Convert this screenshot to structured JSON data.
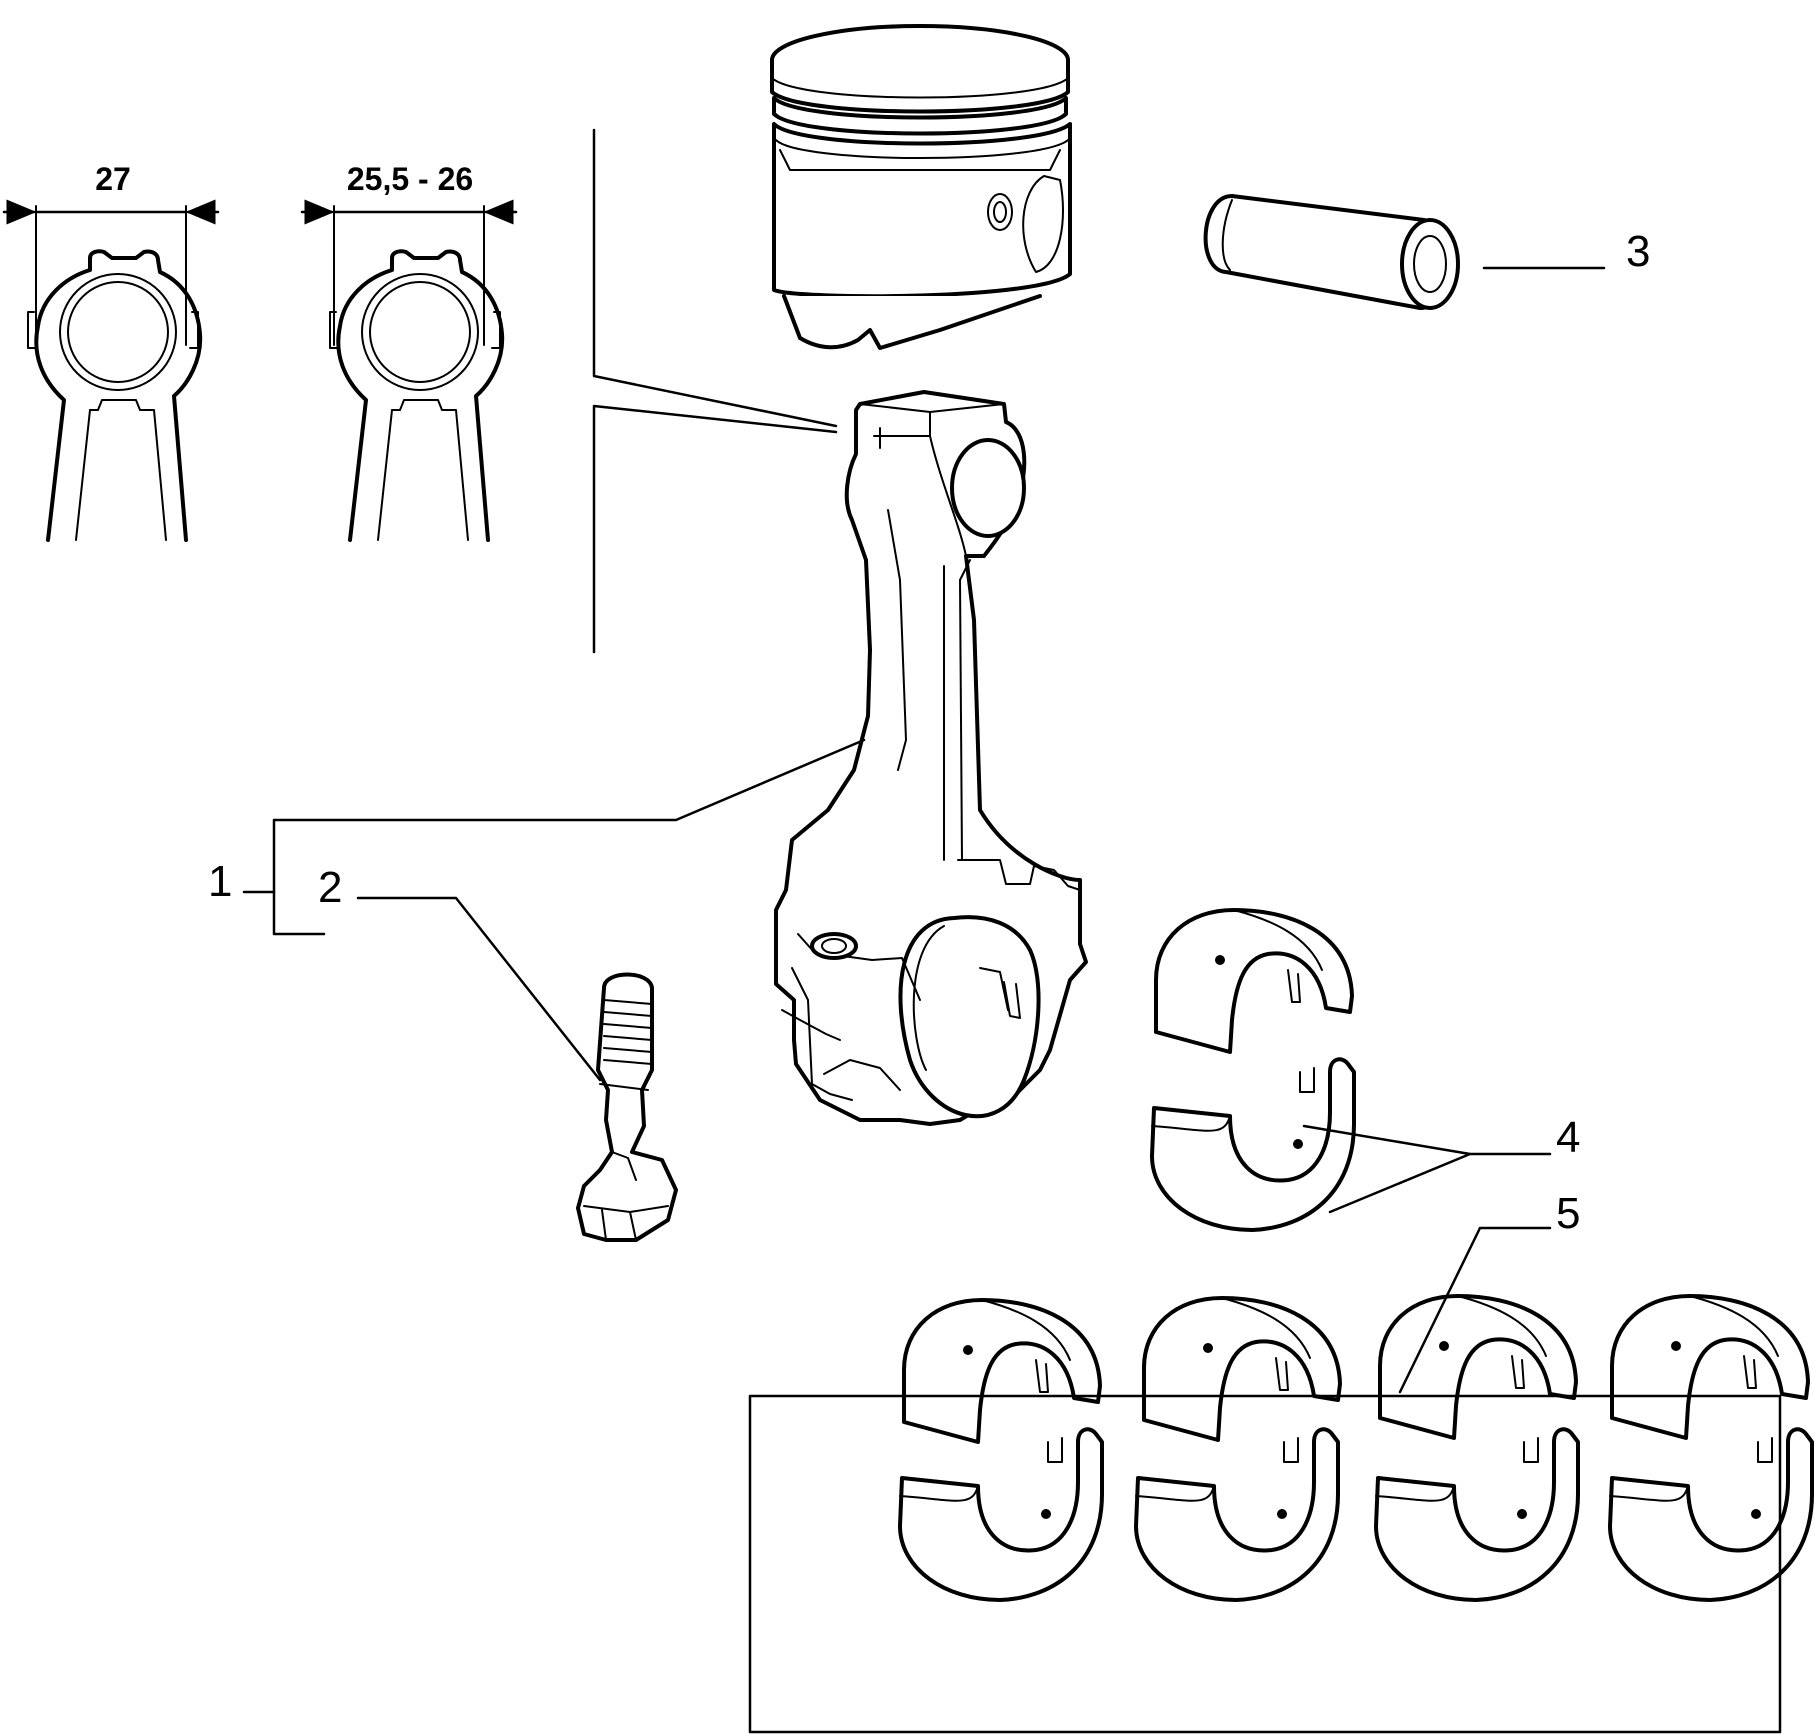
{
  "dimensions": {
    "left_width": "27",
    "right_width": "25,5 - 26"
  },
  "callouts": {
    "c1": "1",
    "c2": "2",
    "c3": "3",
    "c4": "4",
    "c5": "5"
  },
  "colors": {
    "line": "#000000",
    "background": "#ffffff"
  }
}
